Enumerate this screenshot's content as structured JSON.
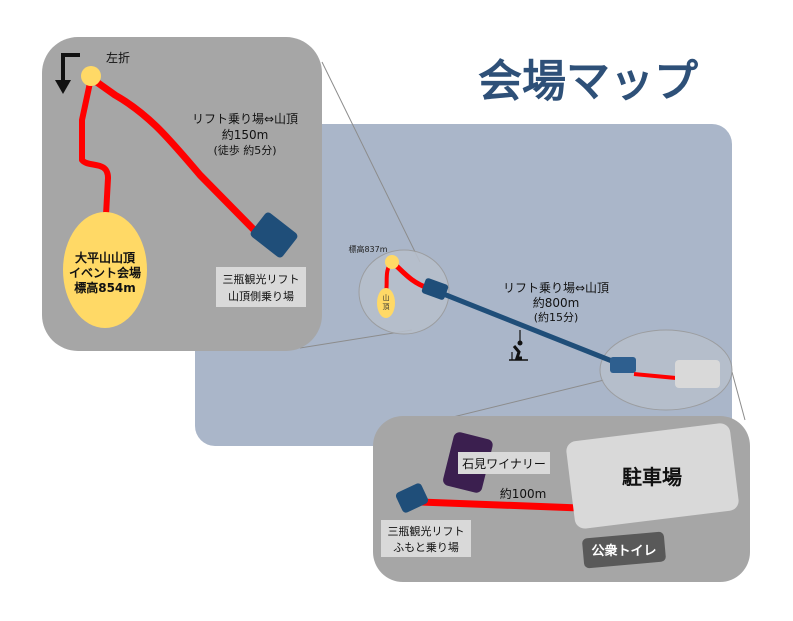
{
  "title": "会場マップ",
  "colors": {
    "title": "#2e5078",
    "main_map_bg": "#aab6c9",
    "inset_bg": "#a6a6a6",
    "route_red": "#ff0000",
    "lift_blue": "#1f4e79",
    "marker_yellow": "#ffd966",
    "parking_gray": "#d9d9d9",
    "winery_purple": "#3b1f4f",
    "toilet_dark": "#595959"
  },
  "top_inset": {
    "turn_label": "左折",
    "route_label_line1": "リフト乗り場⇔山頂",
    "route_label_line2": "約150m",
    "route_label_line3": "(徒歩 約5分)",
    "venue_line1": "大平山山頂",
    "venue_line2": "イベント会場",
    "venue_line3": "標高854m",
    "station_line1": "三瓶観光リフト",
    "station_line2": "山頂側乗り場"
  },
  "main_map": {
    "elevation_label": "標高837m",
    "summit_label_line1": "山",
    "summit_label_line2": "頂",
    "lift_label_line1": "リフト乗り場⇔山頂",
    "lift_label_line2": "約800m",
    "lift_label_line3": "(約15分)"
  },
  "bottom_inset": {
    "winery_label": "石見ワイナリー",
    "parking_label": "駐車場",
    "walk_label": "約100m",
    "station_line1": "三瓶観光リフト",
    "station_line2": "ふもと乗り場",
    "toilet_label": "公衆トイレ"
  }
}
